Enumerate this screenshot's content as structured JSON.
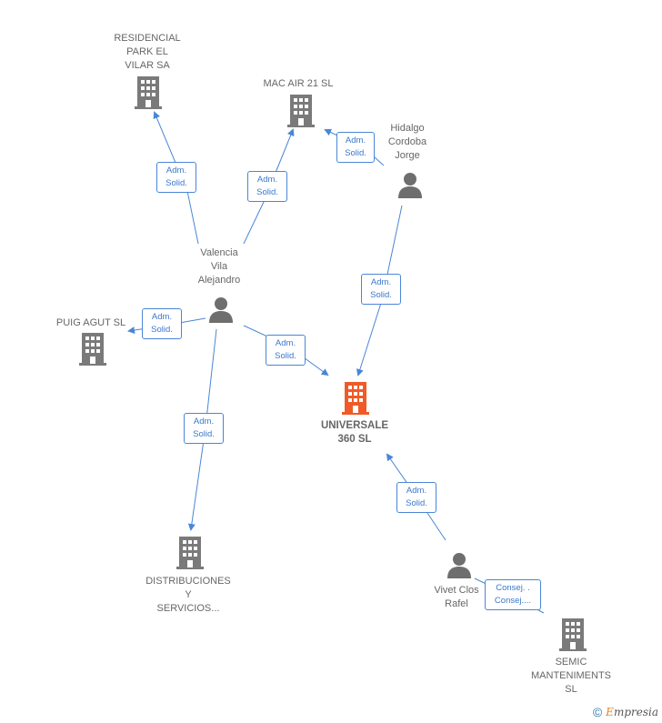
{
  "nodes": {
    "residencial": {
      "label": "RESIDENCIAL\nPARK EL\nVILAR SA",
      "type": "company"
    },
    "macair": {
      "label": "MAC AIR 21  SL",
      "type": "company"
    },
    "hidalgo": {
      "label": "Hidalgo\nCordoba\nJorge",
      "type": "person"
    },
    "valencia": {
      "label": "Valencia\nVila\nAlejandro",
      "type": "person"
    },
    "puigagut": {
      "label": "PUIG AGUT  SL",
      "type": "company"
    },
    "universale": {
      "label": "UNIVERSALE\n360  SL",
      "type": "company-main"
    },
    "distribuciones": {
      "label": "DISTRIBUCIONES\nY\nSERVICIOS...",
      "type": "company"
    },
    "vivet": {
      "label": "Vivet Clos\nRafel",
      "type": "person"
    },
    "semic": {
      "label": "SEMIC\nMANTENIMENTS\nSL",
      "type": "company"
    }
  },
  "edges": {
    "e1": "Adm.\nSolid.",
    "e2": "Adm.\nSolid.",
    "e3": "Adm.\nSolid.",
    "e4": "Adm.\nSolid.",
    "e5": "Adm.\nSolid.",
    "e6": "Adm.\nSolid.",
    "e7": "Adm.\nSolid.",
    "e8": "Adm.\nSolid.",
    "e9": "Consej. .\nConsej...."
  },
  "colors": {
    "company": "#7a7a7a",
    "company_main": "#f05a28",
    "person": "#6e6e6e",
    "edge": "#4a86d6"
  },
  "footer": {
    "copyright": "©",
    "brand_e": "E",
    "brand_rest": "mpresia"
  }
}
